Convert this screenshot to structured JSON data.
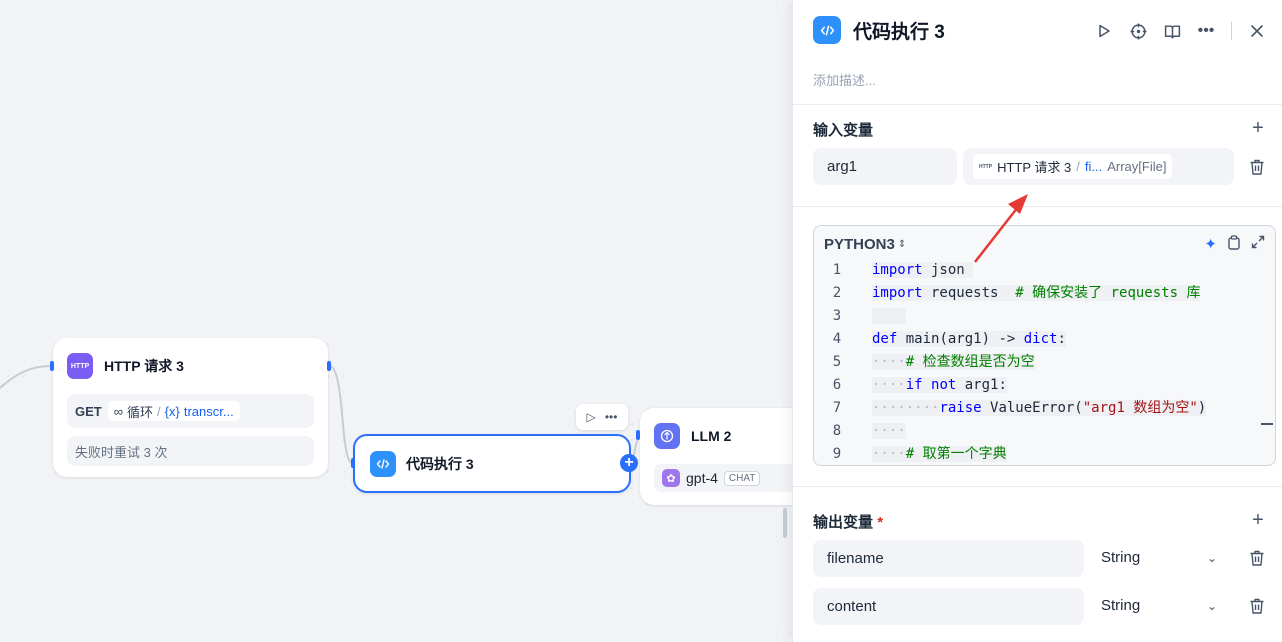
{
  "colors": {
    "accent": "#2970ff",
    "http": "#7b5cf5",
    "code": "#2e90fa",
    "llm": "#6172f3",
    "annotation_arrow": "#e53935"
  },
  "canvas": {
    "http_node": {
      "title": "HTTP 请求 3",
      "icon": "HTTP",
      "method": "GET",
      "loop_label": "循环",
      "var_name": "transcr...",
      "retry": "失败时重试 3 次"
    },
    "code_node": {
      "title": "代码执行 3",
      "icon": "code-icon"
    },
    "llm_node": {
      "title": "LLM 2",
      "model": "gpt-4",
      "model_badge": "CHAT"
    }
  },
  "panel": {
    "title": "代码执行 3",
    "description_placeholder": "添加描述...",
    "input_section": {
      "title": "输入变量",
      "vars": [
        {
          "name": "arg1",
          "ref_node_icon": "HTTP",
          "ref_node": "HTTP 请求 3",
          "ref_var": "fi...",
          "ref_type": "Array[File]"
        }
      ]
    },
    "editor": {
      "language": "PYTHON3",
      "lines": [
        {
          "n": "1",
          "tokens": [
            {
              "t": "import",
              "c": "kw"
            },
            {
              "t": " json ",
              "c": ""
            }
          ]
        },
        {
          "n": "2",
          "tokens": [
            {
              "t": "import",
              "c": "kw"
            },
            {
              "t": " requests  ",
              "c": ""
            },
            {
              "t": "# 确保安装了 requests 库",
              "c": "cm"
            }
          ]
        },
        {
          "n": "3",
          "tokens": [
            {
              "t": "    ",
              "c": ""
            }
          ]
        },
        {
          "n": "4",
          "tokens": [
            {
              "t": "def",
              "c": "kw"
            },
            {
              "t": " main(arg1) -> ",
              "c": ""
            },
            {
              "t": "dict",
              "c": "kw"
            },
            {
              "t": ":",
              "c": ""
            }
          ]
        },
        {
          "n": "5",
          "tokens": [
            {
              "t": "····",
              "c": "guide"
            },
            {
              "t": "# 检查数组是否为空",
              "c": "cm"
            }
          ]
        },
        {
          "n": "6",
          "tokens": [
            {
              "t": "····",
              "c": "guide"
            },
            {
              "t": "if",
              "c": "kw"
            },
            {
              "t": " ",
              "c": ""
            },
            {
              "t": "not",
              "c": "kw"
            },
            {
              "t": " arg1:",
              "c": ""
            }
          ]
        },
        {
          "n": "7",
          "tokens": [
            {
              "t": "········",
              "c": "guide"
            },
            {
              "t": "raise",
              "c": "kw"
            },
            {
              "t": " ValueError(",
              "c": ""
            },
            {
              "t": "\"arg1 数组为空\"",
              "c": "str"
            },
            {
              "t": ")",
              "c": ""
            }
          ]
        },
        {
          "n": "8",
          "tokens": [
            {
              "t": "····",
              "c": "guide"
            }
          ]
        },
        {
          "n": "9",
          "tokens": [
            {
              "t": "····",
              "c": "guide"
            },
            {
              "t": "# 取第一个字典",
              "c": "cm"
            }
          ]
        }
      ]
    },
    "output_section": {
      "title": "输出变量",
      "required_mark": "*",
      "vars": [
        {
          "name": "filename",
          "type": "String"
        },
        {
          "name": "content",
          "type": "String"
        }
      ]
    }
  }
}
